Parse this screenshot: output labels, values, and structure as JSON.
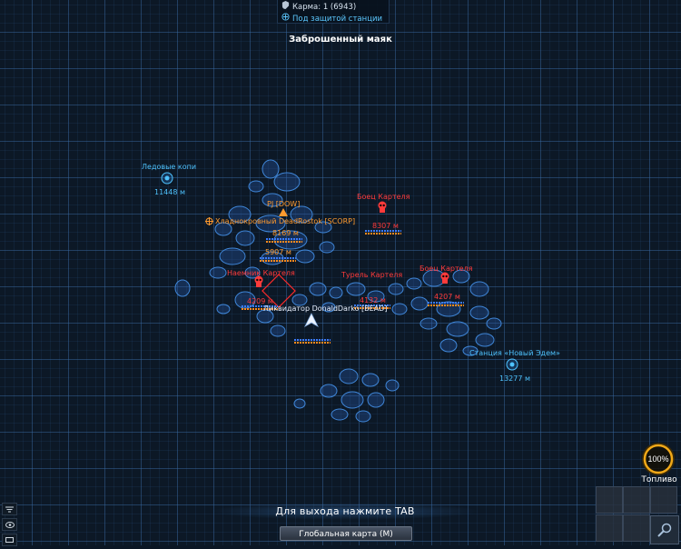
{
  "status": {
    "karma": "Карма: 1 (6943)",
    "protection": "Под защитой станции"
  },
  "location_title": "Заброшенный маяк",
  "map_objects": {
    "ice_mines": {
      "label": "Ледовые копи",
      "dist": "11448 м"
    },
    "station_eden": {
      "label": "Станция «Новый Эдем»",
      "dist": "13277 м"
    },
    "pj_dow": {
      "label": "PJ [DOW]",
      "dist": "8169 м"
    },
    "cold_scorp": {
      "label": "Хладнокровный DeadRostok [SCORP]",
      "dist": "5907 м"
    },
    "cartel_fighter_1": {
      "label": "Боец Картеля",
      "dist": "8307 м"
    },
    "cartel_mercenary": {
      "label": "Наемник Картеля",
      "dist": "4209 м"
    },
    "cartel_turret": {
      "label": "Турель Картеля",
      "dist": "4132 м"
    },
    "cartel_fighter_2": {
      "label": "Боец Картеля",
      "dist": "4207 м"
    },
    "player": {
      "label": "Ликвидатор DonaldDarko [BEAD]"
    }
  },
  "fuel": {
    "value": "100%",
    "label": "Топливо",
    "fraction": 1.0
  },
  "exit_hint": "Для выхода нажмите TAB",
  "global_map_button": "Глобальная карта (M)",
  "colors": {
    "friendly": "#4fc3ff",
    "hostile": "#ff3b3b",
    "neutral": "#ff9a2e",
    "shield_bar": "#3b7bff",
    "hull_bar": "#ff8a1e",
    "fuel_ring": "#f0a818"
  }
}
